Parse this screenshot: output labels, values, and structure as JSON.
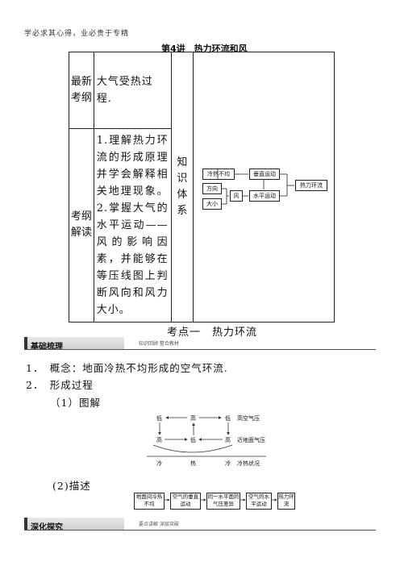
{
  "header": {
    "motto": "学必求其心得，业必贵于专精",
    "title": "第4讲　热力环流和风"
  },
  "table": {
    "label_newest": "最新考纲",
    "newest_content": "大气受热过程.",
    "label_interpret": "考纲解读",
    "interpret_content": "1.理解热力环流的形成原理并学会解释相关地理现象。2.掌握大气的水平运动——风的影响因素，并能够在等压线图上判断风向和风力大小。",
    "label_knowledge": "知识体系"
  },
  "knowledge_diagram": {
    "uneven": "冷热不均",
    "vertical": "垂直运动",
    "direction": "方向",
    "magnitude": "大小",
    "wind": "风",
    "horizontal": "水平运动",
    "circulation": "热力环流"
  },
  "section": {
    "title": "考点一　热力环流"
  },
  "bar1": {
    "label": "基础梳理",
    "tag": "知识回顾 整合教材"
  },
  "item1": "1．　概念：地面冷热不均形成的空气环流.",
  "item2": "2．　形成过程",
  "sub1": "（1）图解",
  "diagram": {
    "low1": "低",
    "high_top": "高",
    "low2": "低",
    "high_air": "高空气压",
    "high1": "高",
    "low_mid": "低",
    "high2": "高",
    "near_ground": "近地面气压",
    "cold1": "冷",
    "hot": "热",
    "cold2": "冷",
    "status": "冷热状况"
  },
  "sub2": "(2)描述",
  "flow": [
    "地面间冷热不均",
    "空气的垂直运动",
    "同一水平面的气压差异",
    "空气的水平运动",
    "热力环流"
  ],
  "bar2": {
    "label": "深化探究",
    "tag": "要点讲解 深层突破"
  }
}
